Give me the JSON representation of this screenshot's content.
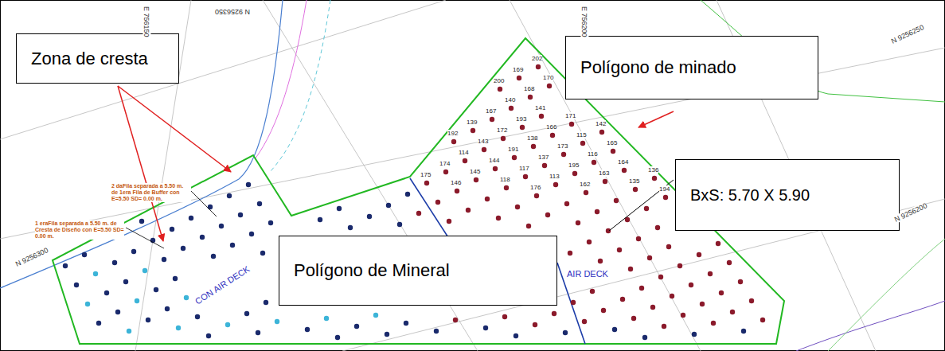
{
  "diagram": {
    "nodes": [
      {
        "text": [
          "Zona de cresta"
        ]
      },
      {
        "text": [
          "Polígono de minado"
        ]
      },
      {
        "text": [
          "BxS: 5.70 X 5.90"
        ]
      },
      {
        "text": [
          "Polígono de Mineral"
        ]
      }
    ],
    "labels": [
      "2 daFila separada a 5.50 m. de 1era Fila de Buffer con E=5.50 SD= 0.00 m.",
      "1 eraFila separada a 5.50 m. de Cresta de Diseño con E=5.50 SD= 0.00 m.",
      "CON AIR DECK",
      "AIR DECK",
      "N 9256300",
      "N 9256250",
      "N 9256200",
      "E 756150",
      "E 756200",
      "N 9256350",
      "202",
      "169",
      "170",
      "200",
      "168",
      "140",
      "141",
      "167",
      "171",
      "193",
      "139",
      "142",
      "166",
      "172",
      "192",
      "115",
      "138",
      "143",
      "165",
      "173",
      "191",
      "114",
      "116",
      "137",
      "144",
      "164",
      "174",
      "195",
      "117",
      "136",
      "145",
      "163",
      "175",
      "113",
      "118",
      "135",
      "146",
      "162",
      "176",
      "194"
    ]
  }
}
